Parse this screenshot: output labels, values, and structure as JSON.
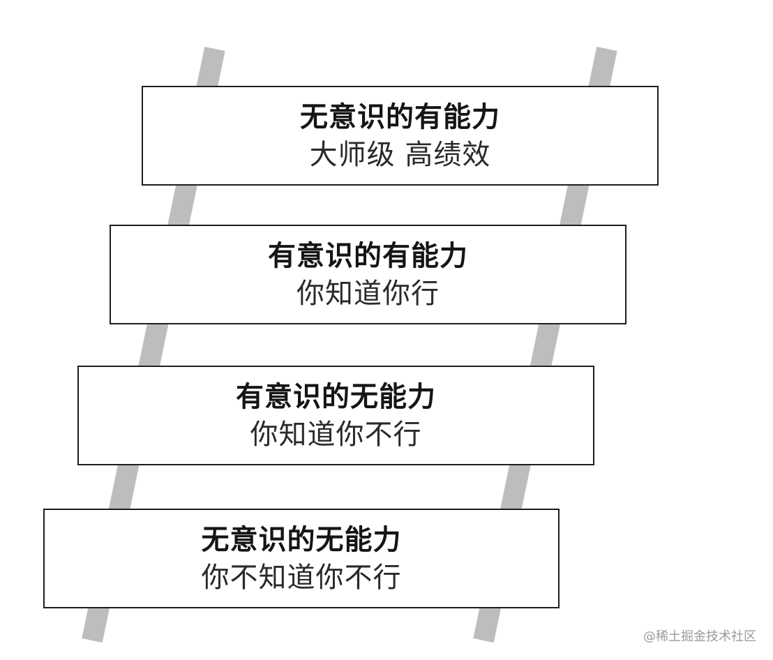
{
  "diagram": {
    "rail_color": "#bdbdbd",
    "levels": [
      {
        "title": "无意识的有能力",
        "description": "大师级 高绩效"
      },
      {
        "title": "有意识的有能力",
        "description": "你知道你行"
      },
      {
        "title": "有意识的无能力",
        "description": "你知道你不行"
      },
      {
        "title": "无意识的无能力",
        "description": "你不知道你不行"
      }
    ]
  },
  "watermark": "@稀土掘金技术社区"
}
